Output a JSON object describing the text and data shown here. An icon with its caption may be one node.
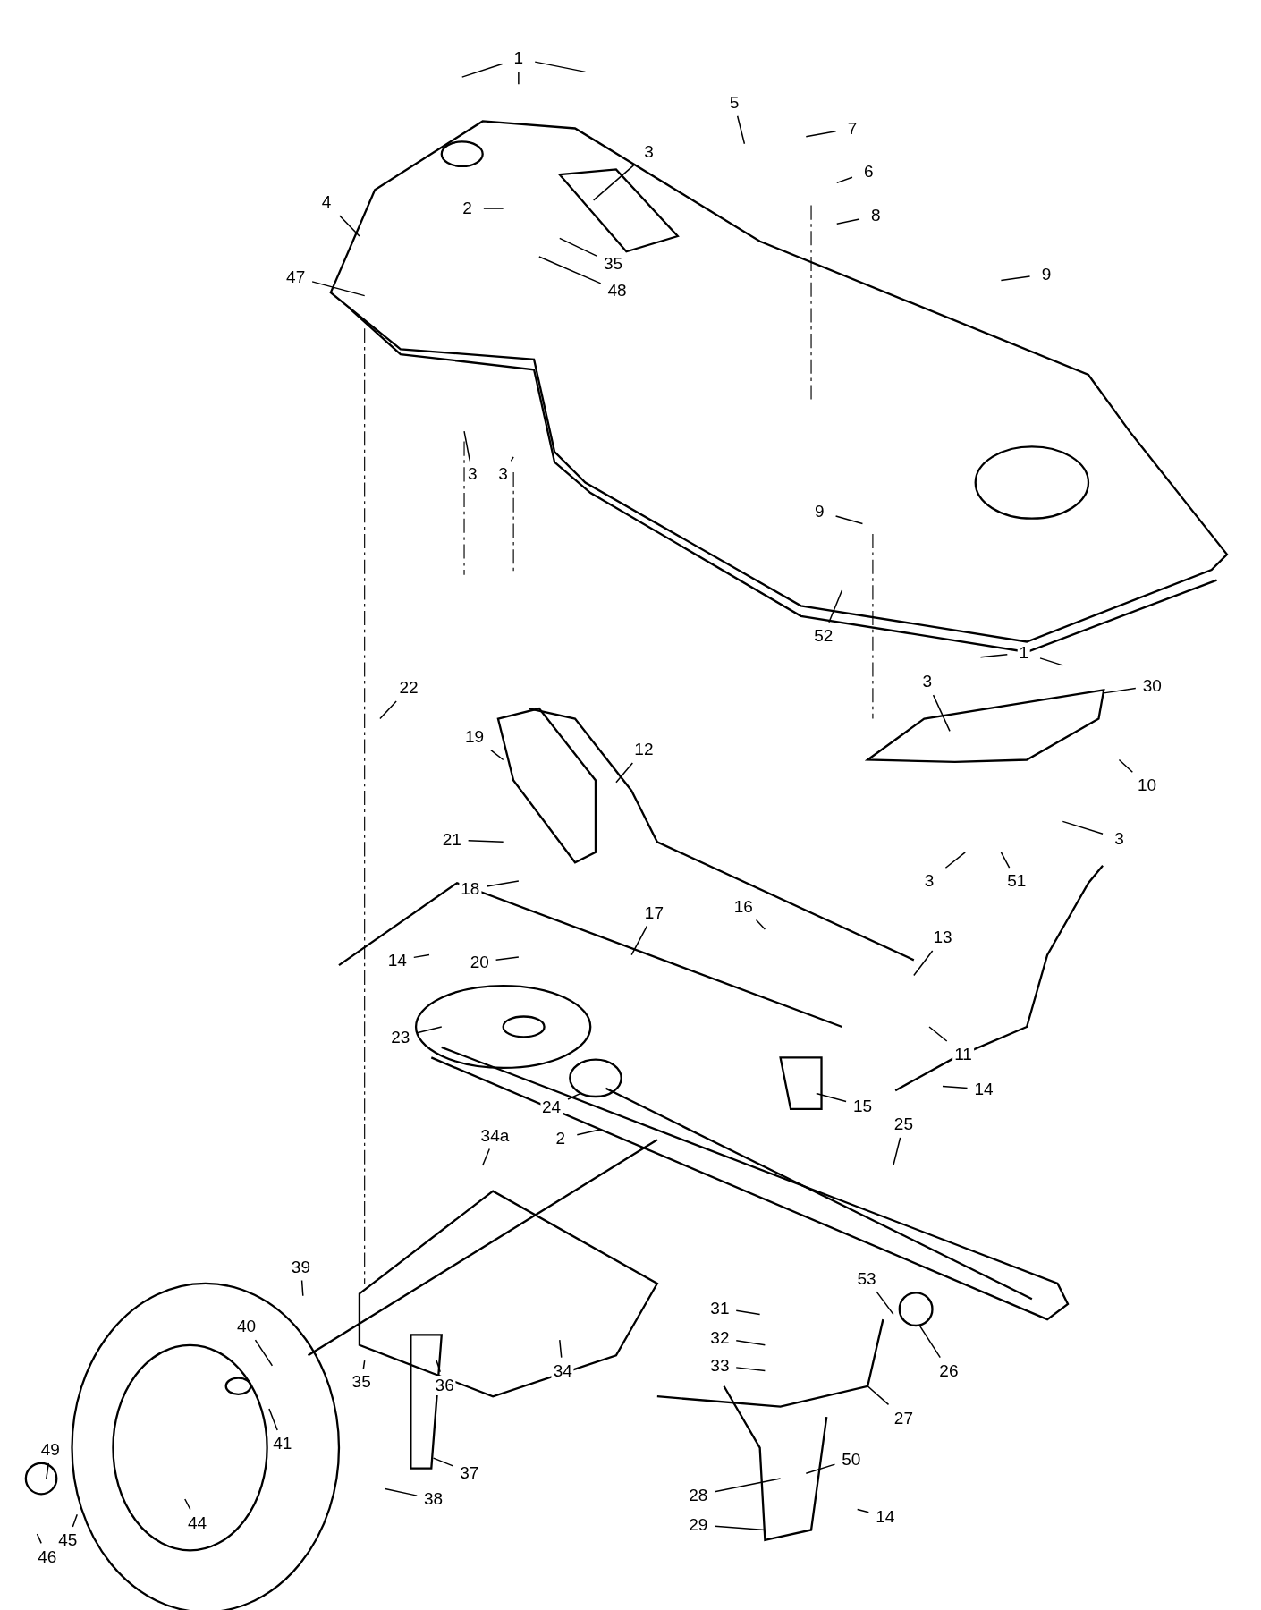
{
  "diagram": {
    "nodes": [
      {
        "text": [
          "1"
        ]
      },
      {
        "text": [
          "5"
        ]
      },
      {
        "text": [
          "7"
        ]
      },
      {
        "text": [
          "3"
        ]
      },
      {
        "text": [
          "6"
        ]
      },
      {
        "text": [
          "4"
        ]
      },
      {
        "text": [
          "2"
        ]
      },
      {
        "text": [
          "8"
        ]
      },
      {
        "text": [
          "35"
        ]
      },
      {
        "text": [
          "9"
        ]
      },
      {
        "text": [
          "47"
        ]
      },
      {
        "text": [
          "48"
        ]
      },
      {
        "text": [
          "3"
        ]
      },
      {
        "text": [
          "3"
        ]
      },
      {
        "text": [
          "9"
        ]
      },
      {
        "text": [
          "52"
        ]
      },
      {
        "text": [
          "1"
        ]
      },
      {
        "text": [
          "3"
        ]
      },
      {
        "text": [
          "30"
        ]
      },
      {
        "text": [
          "22"
        ]
      },
      {
        "text": [
          "19"
        ]
      },
      {
        "text": [
          "12"
        ]
      },
      {
        "text": [
          "10"
        ]
      },
      {
        "text": [
          "3"
        ]
      },
      {
        "text": [
          "21"
        ]
      },
      {
        "text": [
          "3"
        ]
      },
      {
        "text": [
          "51"
        ]
      },
      {
        "text": [
          "18"
        ]
      },
      {
        "text": [
          "16"
        ]
      },
      {
        "text": [
          "17"
        ]
      },
      {
        "text": [
          "13"
        ]
      },
      {
        "text": [
          "14"
        ]
      },
      {
        "text": [
          "20"
        ]
      },
      {
        "text": [
          "23"
        ]
      },
      {
        "text": [
          "11"
        ]
      },
      {
        "text": [
          "14"
        ]
      },
      {
        "text": [
          "15"
        ]
      },
      {
        "text": [
          "24"
        ]
      },
      {
        "text": [
          "25"
        ]
      },
      {
        "text": [
          "34a"
        ]
      },
      {
        "text": [
          "2"
        ]
      },
      {
        "text": [
          "39"
        ]
      },
      {
        "text": [
          "53"
        ]
      },
      {
        "text": [
          "31"
        ]
      },
      {
        "text": [
          "40"
        ]
      },
      {
        "text": [
          "32"
        ]
      },
      {
        "text": [
          "33"
        ]
      },
      {
        "text": [
          "26"
        ]
      },
      {
        "text": [
          "34"
        ]
      },
      {
        "text": [
          "35"
        ]
      },
      {
        "text": [
          "36"
        ]
      },
      {
        "text": [
          "27"
        ]
      },
      {
        "text": [
          "41"
        ]
      },
      {
        "text": [
          "49"
        ]
      },
      {
        "text": [
          "50"
        ]
      },
      {
        "text": [
          "37"
        ]
      },
      {
        "text": [
          "28"
        ]
      },
      {
        "text": [
          "38"
        ]
      },
      {
        "text": [
          "14"
        ]
      },
      {
        "text": [
          "44"
        ]
      },
      {
        "text": [
          "29"
        ]
      },
      {
        "text": [
          "45"
        ]
      },
      {
        "text": [
          "46"
        ]
      }
    ],
    "edges": [
      {
        "from": 0,
        "to": null,
        "arrow": "none"
      },
      {
        "from": 0,
        "to": null,
        "arrow": "none"
      },
      {
        "from": 0,
        "to": null,
        "arrow": "none"
      },
      {
        "from": 1,
        "to": null,
        "arrow": "none"
      },
      {
        "from": 2,
        "to": null,
        "arrow": "none"
      },
      {
        "from": 3,
        "to": null,
        "arrow": "none"
      },
      {
        "from": 4,
        "to": null,
        "arrow": "none"
      },
      {
        "from": 5,
        "to": null,
        "arrow": "none"
      },
      {
        "from": 6,
        "to": null,
        "arrow": "none"
      },
      {
        "from": 7,
        "to": null,
        "arrow": "none"
      },
      {
        "from": 8,
        "to": null,
        "arrow": "none"
      },
      {
        "from": 9,
        "to": null,
        "arrow": "none"
      },
      {
        "from": 10,
        "to": null,
        "arrow": "none"
      },
      {
        "from": 11,
        "to": null,
        "arrow": "none"
      },
      {
        "from": 12,
        "to": null,
        "arrow": "none"
      },
      {
        "from": 13,
        "to": null,
        "arrow": "none"
      },
      {
        "from": 14,
        "to": null,
        "arrow": "none"
      },
      {
        "from": 15,
        "to": null,
        "arrow": "none"
      },
      {
        "from": 16,
        "to": null,
        "arrow": "none"
      },
      {
        "from": 16,
        "to": null,
        "arrow": "none"
      },
      {
        "from": 17,
        "to": null,
        "arrow": "none"
      },
      {
        "from": 18,
        "to": null,
        "arrow": "none"
      },
      {
        "from": 19,
        "to": null,
        "arrow": "none"
      },
      {
        "from": 20,
        "to": null,
        "arrow": "none"
      },
      {
        "from": 21,
        "to": null,
        "arrow": "none"
      },
      {
        "from": 22,
        "to": null,
        "arrow": "none"
      },
      {
        "from": 23,
        "to": null,
        "arrow": "none"
      },
      {
        "from": 24,
        "to": null,
        "arrow": "none"
      },
      {
        "from": 25,
        "to": null,
        "arrow": "none"
      },
      {
        "from": 26,
        "to": null,
        "arrow": "none"
      },
      {
        "from": 27,
        "to": null,
        "arrow": "none"
      },
      {
        "from": 28,
        "to": null,
        "arrow": "none"
      },
      {
        "from": 29,
        "to": null,
        "arrow": "none"
      },
      {
        "from": 30,
        "to": null,
        "arrow": "none"
      },
      {
        "from": 31,
        "to": null,
        "arrow": "none"
      },
      {
        "from": 32,
        "to": null,
        "arrow": "none"
      },
      {
        "from": 33,
        "to": null,
        "arrow": "none"
      },
      {
        "from": 34,
        "to": null,
        "arrow": "none"
      },
      {
        "from": 35,
        "to": null,
        "arrow": "none"
      },
      {
        "from": 36,
        "to": null,
        "arrow": "none"
      },
      {
        "from": 37,
        "to": null,
        "arrow": "none"
      },
      {
        "from": 38,
        "to": null,
        "arrow": "none"
      },
      {
        "from": 39,
        "to": null,
        "arrow": "none"
      },
      {
        "from": 40,
        "to": null,
        "arrow": "none"
      },
      {
        "from": 41,
        "to": null,
        "arrow": "none"
      },
      {
        "from": 42,
        "to": null,
        "arrow": "none"
      },
      {
        "from": 43,
        "to": null,
        "arrow": "none"
      },
      {
        "from": 44,
        "to": null,
        "arrow": "none"
      },
      {
        "from": 45,
        "to": null,
        "arrow": "none"
      },
      {
        "from": 46,
        "to": null,
        "arrow": "none"
      },
      {
        "from": 47,
        "to": null,
        "arrow": "none"
      },
      {
        "from": 48,
        "to": null,
        "arrow": "none"
      },
      {
        "from": 49,
        "to": null,
        "arrow": "none"
      },
      {
        "from": 50,
        "to": null,
        "arrow": "none"
      },
      {
        "from": 51,
        "to": null,
        "arrow": "none"
      },
      {
        "from": 52,
        "to": null,
        "arrow": "none"
      },
      {
        "from": 53,
        "to": null,
        "arrow": "none"
      },
      {
        "from": 54,
        "to": null,
        "arrow": "none"
      },
      {
        "from": 55,
        "to": null,
        "arrow": "none"
      },
      {
        "from": 56,
        "to": null,
        "arrow": "none"
      },
      {
        "from": 57,
        "to": null,
        "arrow": "none"
      },
      {
        "from": 58,
        "to": null,
        "arrow": "none"
      },
      {
        "from": 59,
        "to": null,
        "arrow": "none"
      },
      {
        "from": 60,
        "to": null,
        "arrow": "none"
      },
      {
        "from": 61,
        "to": null,
        "arrow": "none"
      },
      {
        "from": 62,
        "to": null,
        "arrow": "none"
      }
    ]
  }
}
